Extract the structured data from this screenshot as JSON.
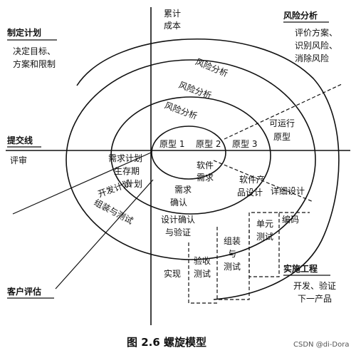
{
  "diagram": {
    "axis_top": [
      "累计",
      "成本"
    ],
    "quadrant_top_left": {
      "title": "制定计划",
      "lines": [
        "决定目标、",
        "方案和限制"
      ]
    },
    "quadrant_top_right": {
      "title": "风险分析",
      "lines": [
        "评价方案、",
        "识别风险、",
        "消除风险"
      ]
    },
    "quadrant_bottom_right": {
      "title": "实施工程",
      "lines": [
        "开发、验证",
        "下一产品"
      ]
    },
    "left_axis": {
      "title": "提交线",
      "sub": "评审"
    },
    "customer_eval": "客户评估",
    "risk_analysis": [
      "风险分析",
      "风险分析",
      "风险分析"
    ],
    "prototypes": [
      "原型 1",
      "原型 2",
      "原型 3",
      "可运行",
      "原型"
    ],
    "plan_labels": [
      "需求计划",
      "生存期",
      "计划",
      "开发计划",
      "组装与测试"
    ],
    "engineering": [
      "软件",
      "需求",
      "需求",
      "确认",
      "软件产",
      "品设计",
      "详细设计",
      "设计确认",
      "与验证",
      "编码",
      "单元",
      "测试",
      "组装",
      "与",
      "测试",
      "验收",
      "测试",
      "实现"
    ],
    "caption": "图 2.6  螺旋模型",
    "watermark": "CSDN @di-Dora"
  }
}
